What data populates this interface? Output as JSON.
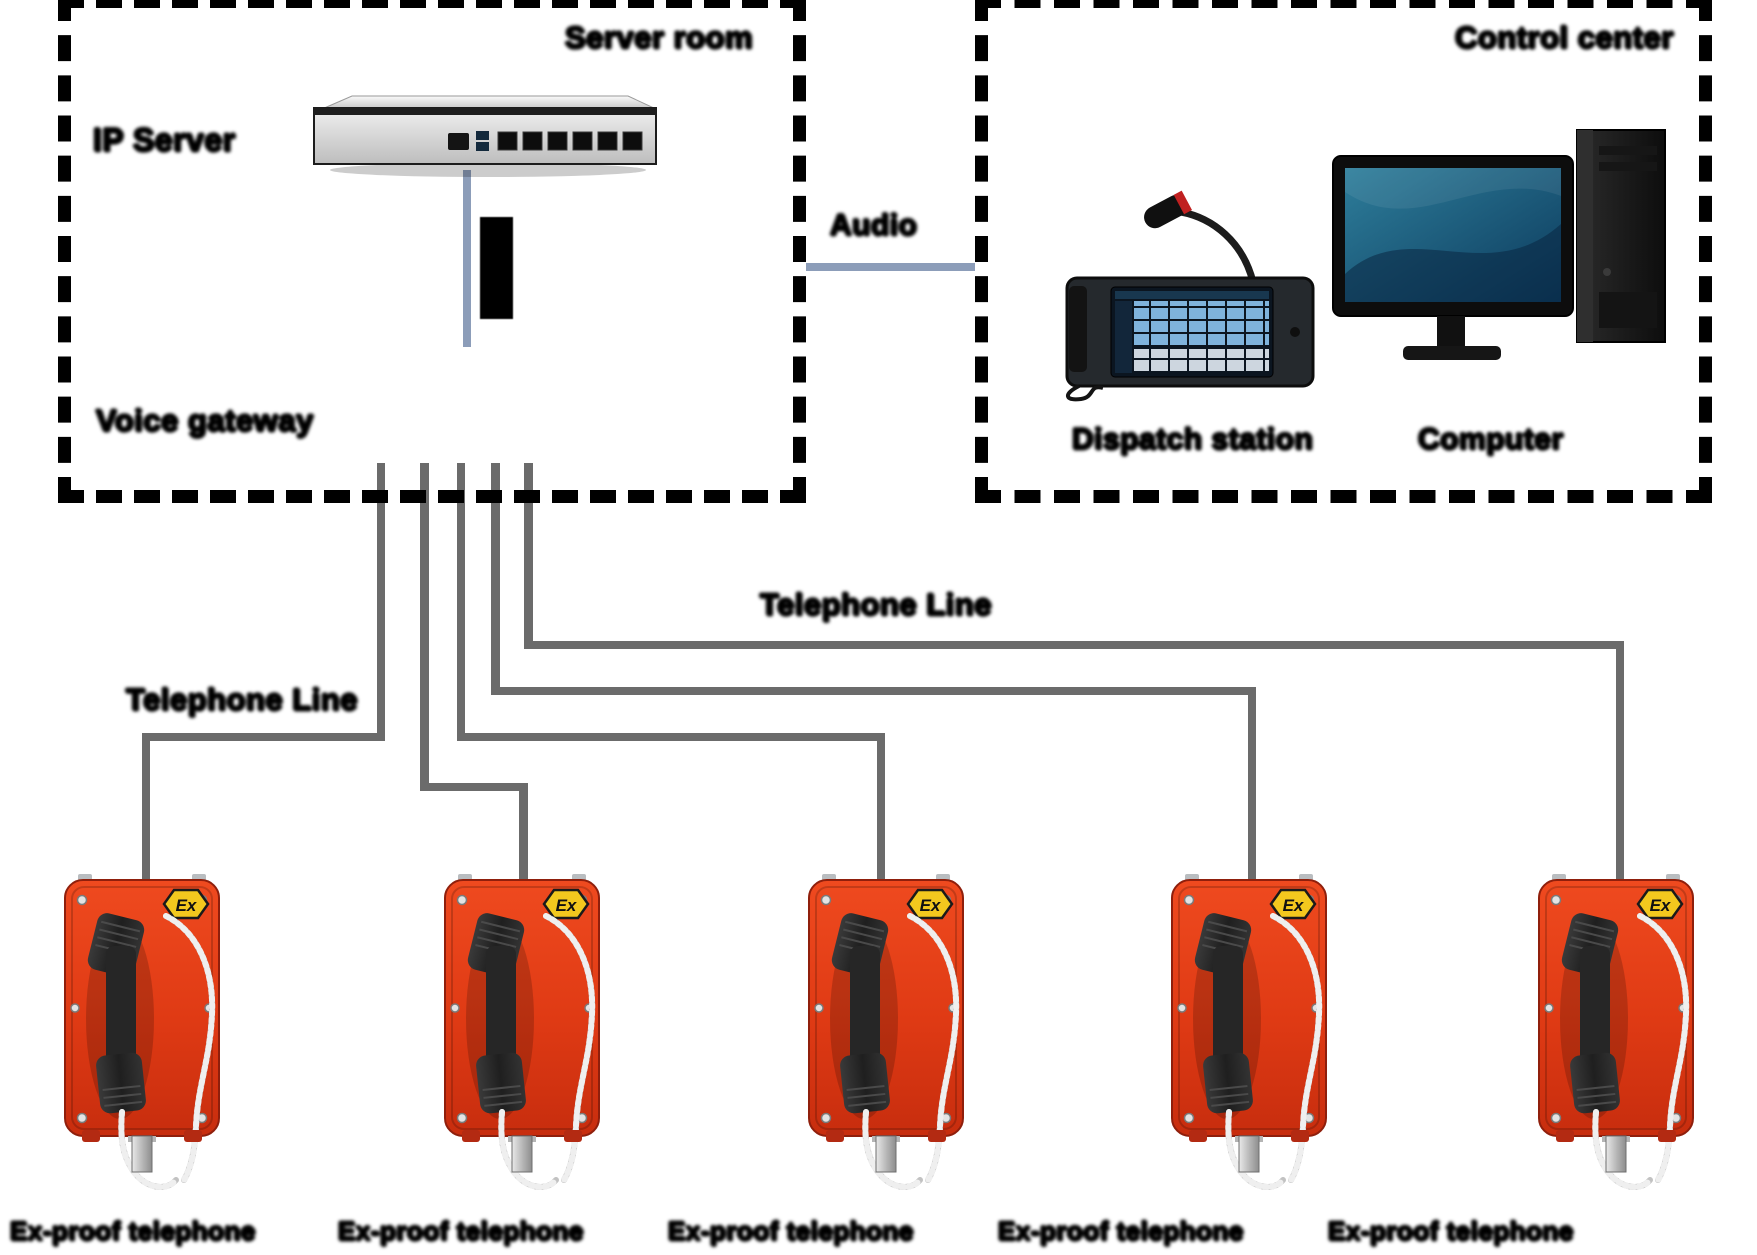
{
  "server_room": {
    "box_label": "Server room",
    "ip_server_label": "IP Server",
    "voice_gateway_label": "Voice gateway",
    "device": "ip-server-rack-appliance"
  },
  "control_center": {
    "box_label": "Control center",
    "dispatch_station_label": "Dispatch station",
    "computer_label": "Computer",
    "devices": [
      "dispatch-console-with-gooseneck-mic",
      "desktop-computer-with-tower"
    ]
  },
  "connections": {
    "audio_label": "Audio",
    "telephone_line_left_label": "Telephone Line",
    "telephone_line_middle_label": "Telephone Line"
  },
  "phones": {
    "ex_badge": "Ex",
    "items": [
      {
        "label": "Ex-proof telephone"
      },
      {
        "label": "Ex-proof telephone"
      },
      {
        "label": "Ex-proof telephone"
      },
      {
        "label": "Ex-proof telephone"
      },
      {
        "label": "Ex-proof telephone"
      }
    ]
  },
  "colors": {
    "line_gray": "#6b6b6b",
    "line_blue": "#8c9db9",
    "phone_red": "#e23a1a",
    "badge_yellow": "#f3c81e",
    "border_black": "#000000"
  }
}
